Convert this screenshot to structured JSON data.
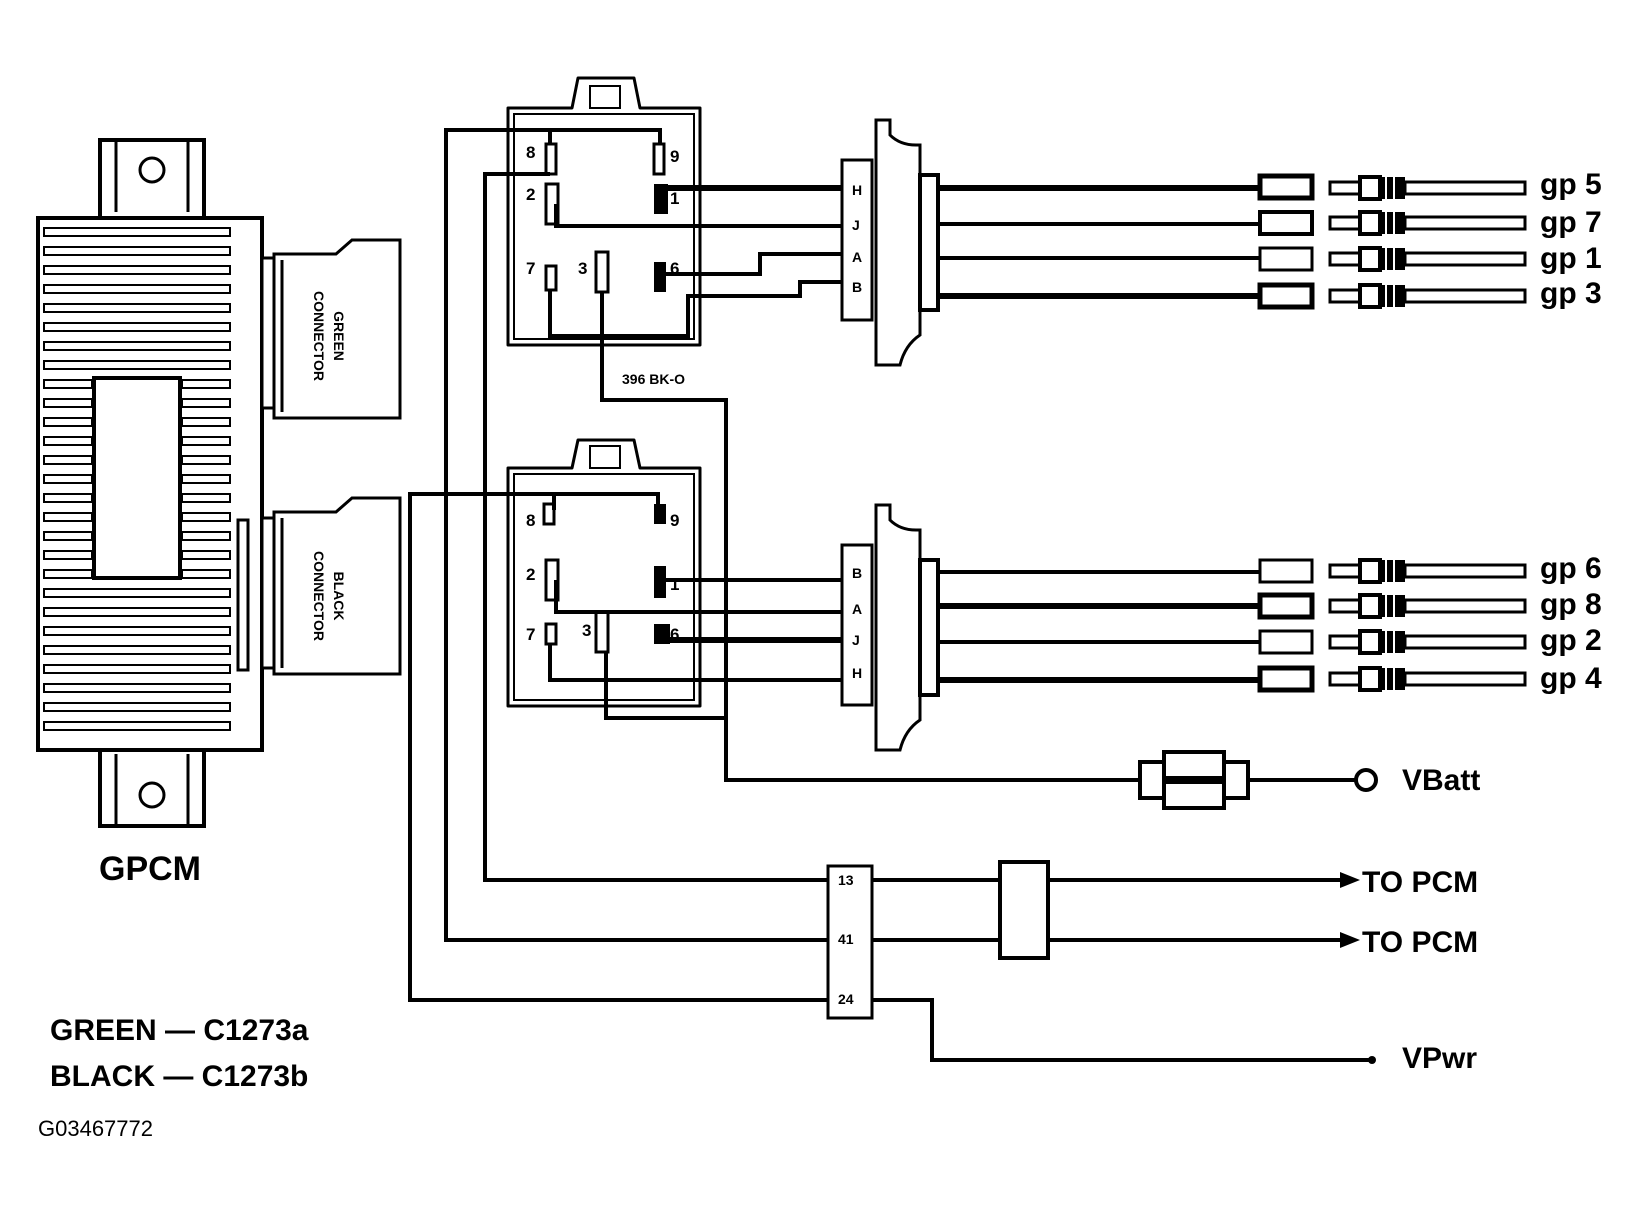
{
  "module": {
    "name": "GPCM",
    "green_connector_label": "GREEN CONNECTOR",
    "black_connector_label": "BLACK CONNECTOR"
  },
  "legend": {
    "green": "GREEN — C1273a",
    "black": "BLACK — C1273b"
  },
  "figure_id": "G03467772",
  "wire_label": "396 BK-O",
  "upper_connector": {
    "pins": [
      "8",
      "9",
      "2",
      "1",
      "7",
      "3",
      "6"
    ],
    "harness_pins": [
      "H",
      "J",
      "A",
      "B"
    ],
    "plugs": [
      "gp 5",
      "gp 7",
      "gp 1",
      "gp 3"
    ]
  },
  "lower_connector": {
    "pins": [
      "8",
      "9",
      "2",
      "1",
      "7",
      "3",
      "6"
    ],
    "harness_pins": [
      "B",
      "A",
      "J",
      "H"
    ],
    "plugs": [
      "gp 6",
      "gp 8",
      "gp 2",
      "gp 4"
    ]
  },
  "pcm_connector": {
    "pins": [
      "13",
      "41",
      "24"
    ]
  },
  "outputs": {
    "vbatt": "VBatt",
    "to_pcm_1": "TO PCM",
    "to_pcm_2": "TO PCM",
    "vpwr": "VPwr"
  }
}
